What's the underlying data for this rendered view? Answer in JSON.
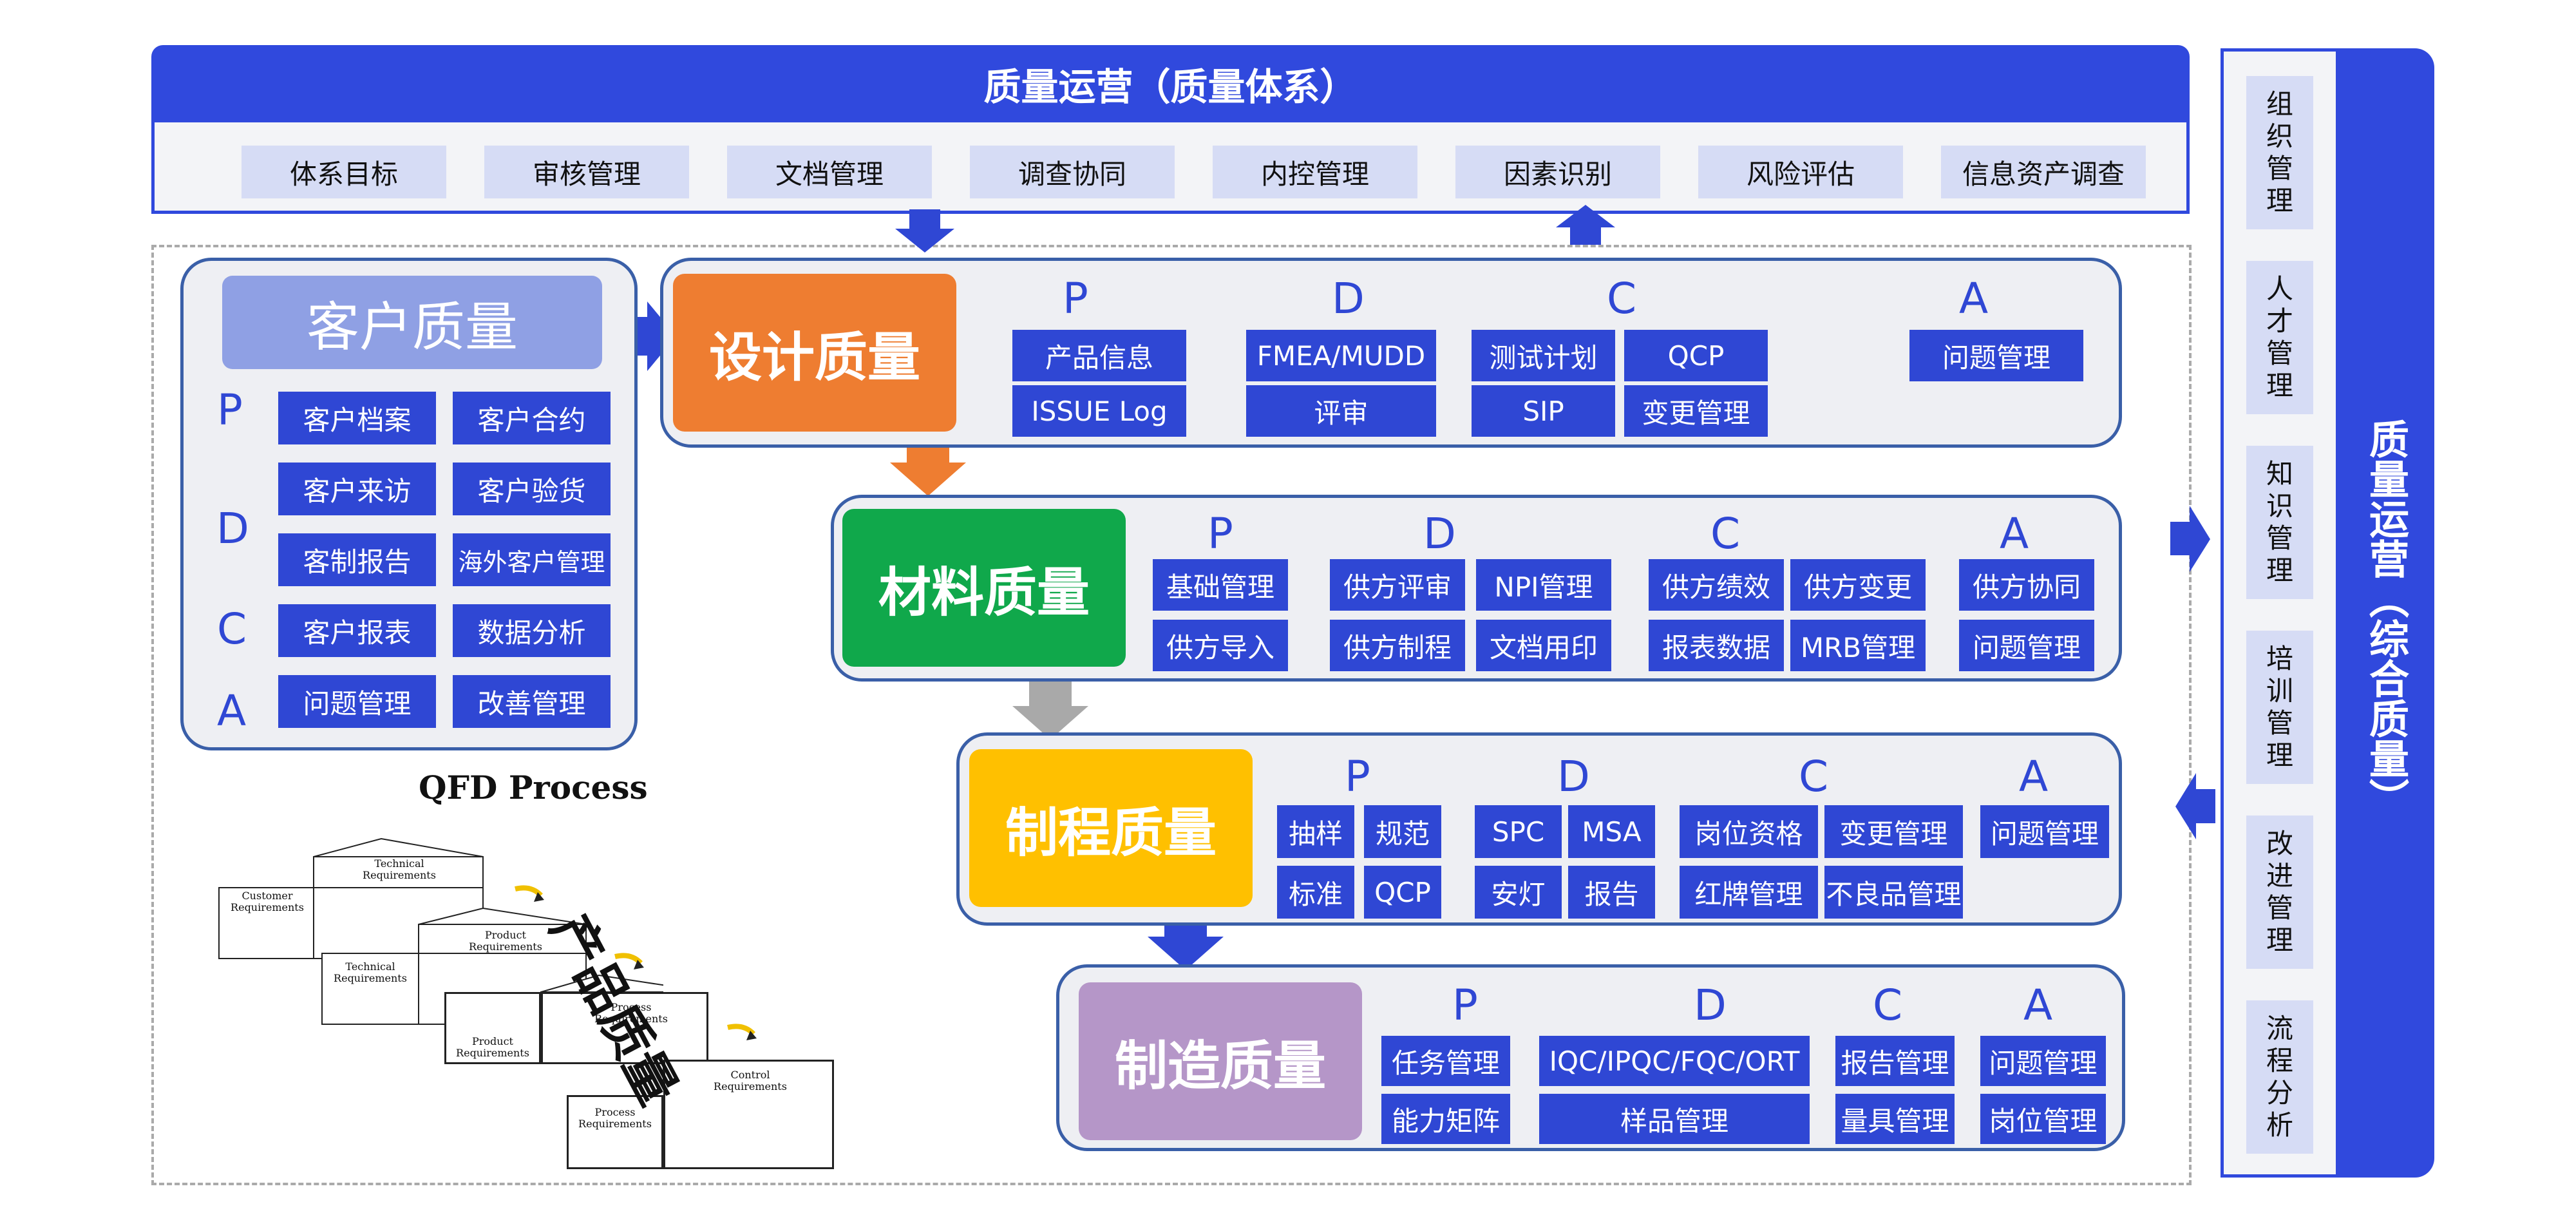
{
  "top": {
    "title": "质量运营（质量体系）",
    "items": [
      "体系目标",
      "审核管理",
      "文档管理",
      "调查协同",
      "内控管理",
      "因素识别",
      "风险评估",
      "信息资产调查"
    ]
  },
  "right": {
    "title": "质量运营（综合质量）",
    "items": [
      "组\n织\n管\n理",
      "人\n才\n管\n理",
      "知\n识\n管\n理",
      "培\n训\n管\n理",
      "改\n进\n管\n理",
      "流\n程\n分\n析"
    ]
  },
  "pdca": [
    "P",
    "D",
    "C",
    "A"
  ],
  "customer": {
    "title": "客户质量",
    "items": [
      "客户档案",
      "客户合约",
      "客户来访",
      "客户验货",
      "客制报告",
      "海外客户管理",
      "客户报表",
      "数据分析",
      "问题管理",
      "改善管理"
    ]
  },
  "design": {
    "title": "设计质量",
    "items": [
      "产品信息",
      "ISSUE Log",
      "FMEA/MUDD",
      "评审",
      "测试计划",
      "QCP",
      "SIP",
      "变更管理",
      "问题管理"
    ]
  },
  "material": {
    "title": "材料质量",
    "items": [
      "基础管理",
      "供方导入",
      "供方评审",
      "NPI管理",
      "供方制程",
      "文档用印",
      "供方绩效",
      "供方变更",
      "报表数据",
      "MRB管理",
      "供方协同",
      "问题管理"
    ]
  },
  "process": {
    "title": "制程质量",
    "items": [
      "抽样",
      "规范",
      "标准",
      "QCP",
      "SPC",
      "MSA",
      "安灯",
      "报告",
      "岗位资格",
      "变更管理",
      "红牌管理",
      "不良品管理",
      "问题管理"
    ]
  },
  "manufacturing": {
    "title": "制造质量",
    "items": [
      "任务管理",
      "IQC/IPQC/FQC/ORT",
      "报告管理",
      "问题管理",
      "能力矩阵",
      "样品管理",
      "量具管理",
      "岗位管理"
    ]
  },
  "qfd": {
    "title": "QFD Process",
    "product_quality_label": "产品质量",
    "labels": [
      "Technical Requirements",
      "Customer Requirements",
      "Product Requirements",
      "Technical Requirements",
      "Process Requirements",
      "Product Requirements",
      "Control Requirements",
      "Process Requirements"
    ]
  },
  "colors": {
    "brand_blue": "#3049dd",
    "cell_blue": "#2f47d4",
    "design_orange": "#ee7d31",
    "material_green": "#10a84b",
    "process_yellow": "#ffc000",
    "manufacturing_purple": "#b596c8",
    "customer_lavender": "#8fa0e4"
  }
}
